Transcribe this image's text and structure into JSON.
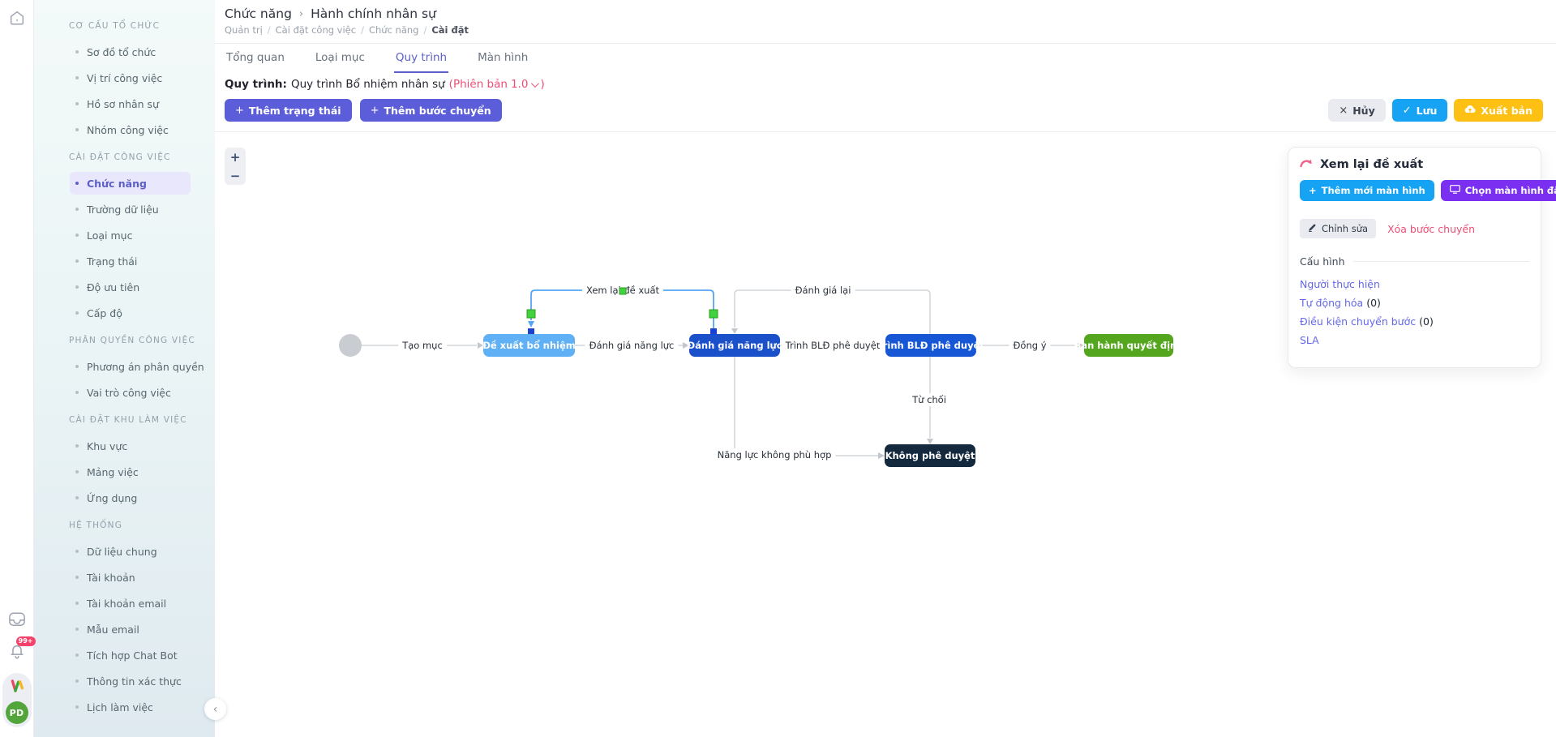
{
  "icons": {
    "plus": "+",
    "close": "×",
    "check": "✓",
    "zoom_in": "+",
    "zoom_out": "−",
    "collapse": "‹"
  },
  "rail": {
    "notification_badge": "99+",
    "avatar_initials": "PD"
  },
  "sidebar": {
    "sections": [
      {
        "title": "CƠ CẤU TỔ CHỨC",
        "items": [
          "Sơ đồ tổ chức",
          "Vị trí công việc",
          "Hồ sơ nhân sự",
          "Nhóm công việc"
        ]
      },
      {
        "title": "CÀI ĐẶT CÔNG VIỆC",
        "active_item": "Chức năng",
        "items": [
          "Chức năng",
          "Trường dữ liệu",
          "Loại mục",
          "Trạng thái",
          "Độ ưu tiên",
          "Cấp độ"
        ]
      },
      {
        "title": "PHÂN QUYỀN CÔNG VIỆC",
        "items": [
          "Phương án phân quyền",
          "Vai trò công việc"
        ]
      },
      {
        "title": "CÀI ĐẶT KHU LÀM VIỆC",
        "items": [
          "Khu vực",
          "Mảng việc",
          "Ứng dụng"
        ]
      },
      {
        "title": "HỆ THỐNG",
        "items": [
          "Dữ liệu chung",
          "Tài khoản",
          "Tài khoản email",
          "Mẫu email",
          "Tích hợp Chat Bot",
          "Thông tin xác thực",
          "Lịch làm việc"
        ]
      }
    ]
  },
  "header": {
    "title_primary": "Chức năng",
    "title_separator": "›",
    "title_secondary": "Hành chính nhân sự",
    "breadcrumb": [
      "Quản trị",
      "Cài đặt công việc",
      "Chức năng",
      "Cài đặt"
    ],
    "breadcrumb_separator": "/"
  },
  "tabs": {
    "items": [
      "Tổng quan",
      "Loại mục",
      "Quy trình",
      "Màn hình"
    ],
    "active": "Quy trình"
  },
  "process": {
    "label": "Quy trình:",
    "name": "Quy trình Bổ nhiệm nhân sự",
    "version_prefix": "(Phiên bản",
    "version_value": "1.0",
    "version_suffix": ")"
  },
  "toolbar": {
    "add_state": "Thêm trạng thái",
    "add_transition": "Thêm bước chuyển",
    "cancel": "Hủy",
    "save": "Lưu",
    "publish": "Xuất bản"
  },
  "panel": {
    "title": "Xem lại đề xuất",
    "add_screen": "Thêm mới màn hình",
    "choose_screen": "Chọn màn hình đã có",
    "edit": "Chỉnh sửa",
    "delete_transition": "Xóa bước chuyển",
    "config_title": "Cấu hình",
    "links": [
      {
        "label": "Người thực hiện",
        "count": ""
      },
      {
        "label": "Tự động hóa",
        "count": "(0)"
      },
      {
        "label": "Điều kiện chuyển bước",
        "count": "(0)"
      },
      {
        "label": "SLA",
        "count": ""
      }
    ]
  },
  "colors": {
    "accent_indigo": "#5b5ed8",
    "accent_azure": "#16a3f4",
    "accent_gold": "#fdc013",
    "accent_purple": "#7b2ff0",
    "danger_pink": "#ee4e74",
    "edge_gray": "#d2d5da",
    "edge_selected": "#54a5f5",
    "handle_green": "#41d33f",
    "endpoint_blue": "#1b41d0"
  },
  "diagram": {
    "nodes": [
      {
        "id": "start",
        "label": "",
        "type": "start",
        "color": "#c9ccd1"
      },
      {
        "id": "de-xuat-bo-nhiem",
        "label": "Đề xuất bổ nhiệm",
        "color": "#5fb0f5"
      },
      {
        "id": "danh-gia-nang-luc",
        "label": "Đánh giá năng lực",
        "color": "#1b50cb"
      },
      {
        "id": "trinh-bld-phe-duyet",
        "label": "Trình BLĐ phê duyệt",
        "color": "#1757d6"
      },
      {
        "id": "ban-hanh-quyet-dinh",
        "label": "Ban hành quyết định",
        "color": "#53a61e"
      },
      {
        "id": "khong-phe-duyet",
        "label": "Không phê duyệt",
        "color": "#15293e"
      }
    ],
    "edges": [
      {
        "from": "start",
        "to": "de-xuat-bo-nhiem",
        "label": "Tạo mục",
        "selected": false
      },
      {
        "from": "de-xuat-bo-nhiem",
        "to": "danh-gia-nang-luc",
        "label": "Đánh giá năng lực",
        "selected": false
      },
      {
        "from": "danh-gia-nang-luc",
        "to": "trinh-bld-phe-duyet",
        "label": "Trình BLĐ phê duyệt",
        "selected": false
      },
      {
        "from": "trinh-bld-phe-duyet",
        "to": "ban-hanh-quyet-dinh",
        "label": "Đồng ý",
        "selected": false
      },
      {
        "from": "danh-gia-nang-luc",
        "to": "de-xuat-bo-nhiem",
        "label": "Xem lại đề xuất",
        "selected": true
      },
      {
        "from": "trinh-bld-phe-duyet",
        "to": "danh-gia-nang-luc",
        "label": "Đánh giá lại",
        "selected": false
      },
      {
        "from": "trinh-bld-phe-duyet",
        "to": "khong-phe-duyet",
        "label": "Từ chối",
        "selected": false
      },
      {
        "from": "danh-gia-nang-luc",
        "to": "khong-phe-duyet",
        "label": "Năng lực không phù hợp",
        "selected": false
      }
    ]
  }
}
